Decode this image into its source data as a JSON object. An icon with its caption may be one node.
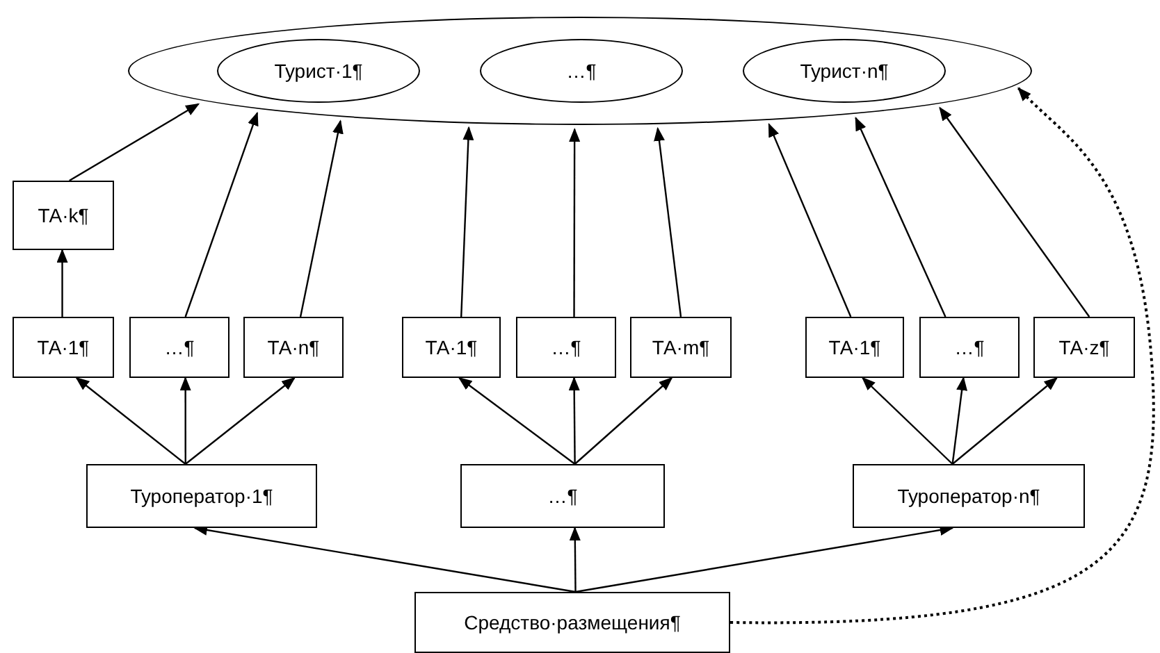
{
  "diagram": {
    "nodes": [
      {
        "text": [],
        "shape": "ellipse"
      },
      {
        "text": [
          "Турист·1¶"
        ],
        "in": 0
      },
      {
        "text": [
          "…¶"
        ],
        "in": 0
      },
      {
        "text": [
          "Турист·n¶"
        ],
        "in": 0
      },
      {
        "text": [
          "ТА·k¶"
        ]
      },
      {
        "text": [
          "ТА·1¶"
        ]
      },
      {
        "text": [
          "…¶"
        ]
      },
      {
        "text": [
          "ТА·n¶"
        ]
      },
      {
        "text": [
          "ТА·1¶"
        ]
      },
      {
        "text": [
          "…¶"
        ]
      },
      {
        "text": [
          "ТА·m¶"
        ]
      },
      {
        "text": [
          "ТА·1¶"
        ]
      },
      {
        "text": [
          "…¶"
        ]
      },
      {
        "text": [
          "ТА·z¶"
        ]
      },
      {
        "text": [
          "Туроператор·1¶"
        ]
      },
      {
        "text": [
          "…¶"
        ]
      },
      {
        "text": [
          "Туроператор·n¶"
        ]
      },
      {
        "text": [
          "Средство·размещения¶"
        ]
      }
    ],
    "edges": [
      {
        "from": 5,
        "to": 4,
        "arrow": "to"
      },
      {
        "from": 4,
        "to": 0,
        "arrow": "to"
      },
      {
        "from": 6,
        "to": 0,
        "arrow": "to"
      },
      {
        "from": 7,
        "to": 0,
        "arrow": "to"
      },
      {
        "from": 8,
        "to": 0,
        "arrow": "to"
      },
      {
        "from": 9,
        "to": 0,
        "arrow": "to"
      },
      {
        "from": 10,
        "to": 0,
        "arrow": "to"
      },
      {
        "from": 11,
        "to": 0,
        "arrow": "to"
      },
      {
        "from": 12,
        "to": 0,
        "arrow": "to"
      },
      {
        "from": 13,
        "to": 0,
        "arrow": "to"
      },
      {
        "from": 14,
        "to": 5,
        "arrow": "to"
      },
      {
        "from": 14,
        "to": 6,
        "arrow": "to"
      },
      {
        "from": 14,
        "to": 7,
        "arrow": "to"
      },
      {
        "from": 15,
        "to": 8,
        "arrow": "to"
      },
      {
        "from": 15,
        "to": 9,
        "arrow": "to"
      },
      {
        "from": 15,
        "to": 10,
        "arrow": "to"
      },
      {
        "from": 16,
        "to": 11,
        "arrow": "to"
      },
      {
        "from": 16,
        "to": 12,
        "arrow": "to"
      },
      {
        "from": 16,
        "to": 13,
        "arrow": "to"
      },
      {
        "from": 17,
        "to": 14,
        "arrow": "to"
      },
      {
        "from": 17,
        "to": 15,
        "arrow": "to"
      },
      {
        "from": 17,
        "to": 16,
        "arrow": "to"
      },
      {
        "from": 17,
        "to": 0,
        "arrow": "to",
        "style": "dashed"
      }
    ]
  }
}
